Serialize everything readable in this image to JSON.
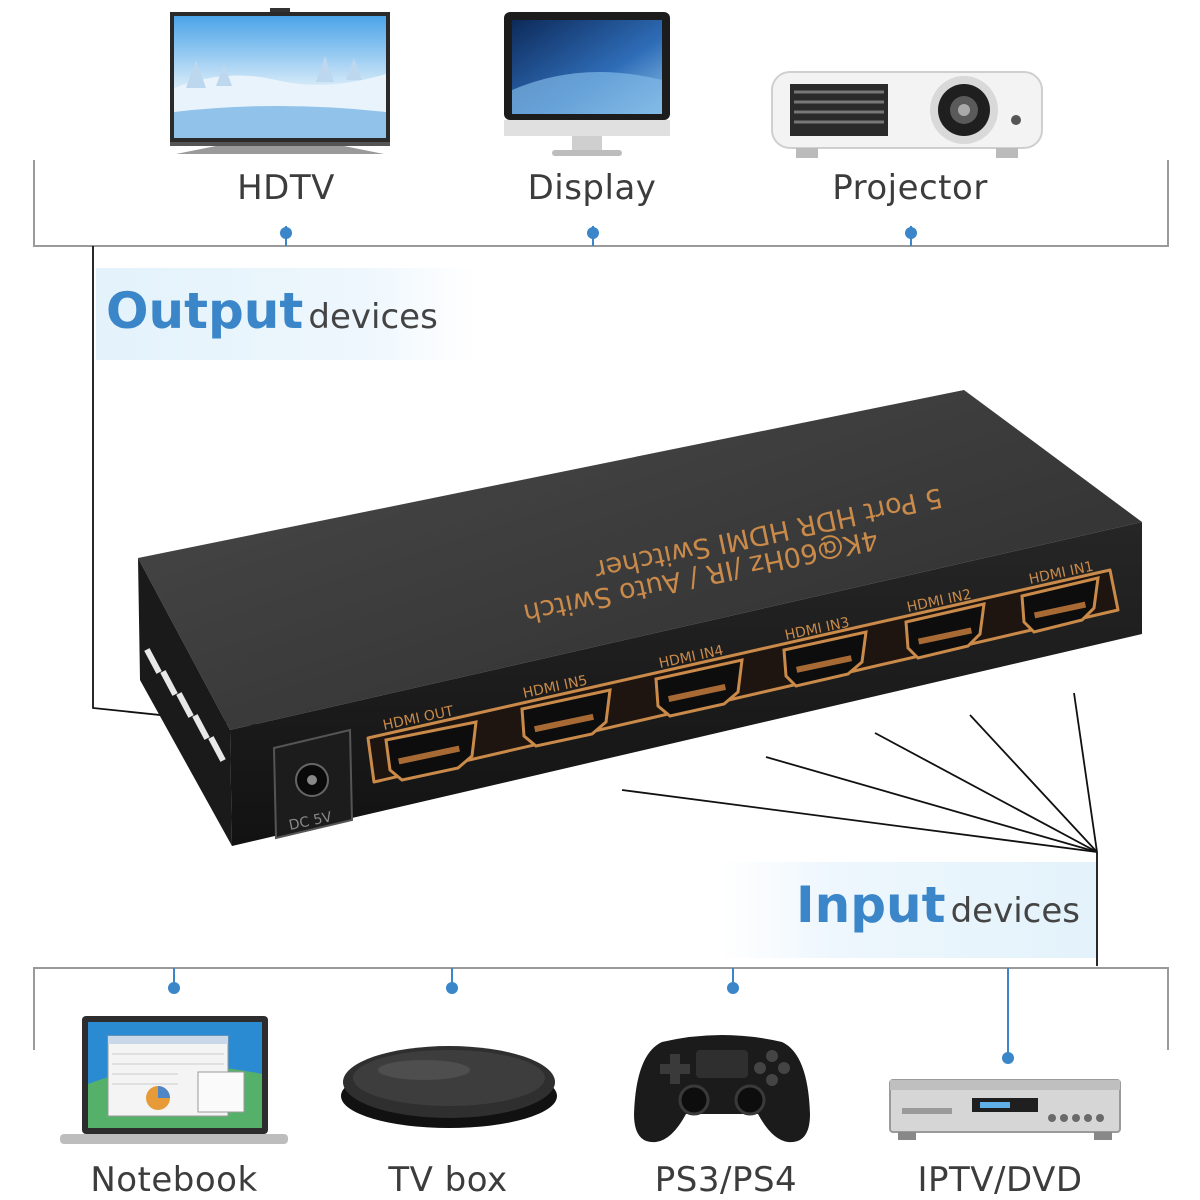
{
  "output": {
    "heading_strong": "Output",
    "heading_light": "devices",
    "devices": [
      {
        "label": "HDTV",
        "icon": "hdtv-icon"
      },
      {
        "label": "Display",
        "icon": "monitor-icon"
      },
      {
        "label": "Projector",
        "icon": "projector-icon"
      }
    ]
  },
  "input": {
    "heading_strong": "Input",
    "heading_light": "devices",
    "devices": [
      {
        "label": "Notebook",
        "icon": "laptop-icon"
      },
      {
        "label": "TV box",
        "icon": "tv-box-icon"
      },
      {
        "label": "PS3/PS4",
        "icon": "gamepad-icon"
      },
      {
        "label": "IPTV/DVD",
        "icon": "dvd-player-icon"
      }
    ]
  },
  "switcher": {
    "title": "5 Port HDR HDMI Switcher",
    "subtitle": "4K@60Hz /IR / Auto Switch",
    "ports": [
      "HDMI OUT",
      "HDMI IN5",
      "HDMI IN4",
      "HDMI IN3",
      "HDMI IN2",
      "HDMI IN1"
    ],
    "power": "DC 5V"
  },
  "colors": {
    "accent": "#3a86c8",
    "bracket": "#9a9a9a",
    "device_body": "#2b2b2b",
    "port_trim": "#c98a4a"
  }
}
